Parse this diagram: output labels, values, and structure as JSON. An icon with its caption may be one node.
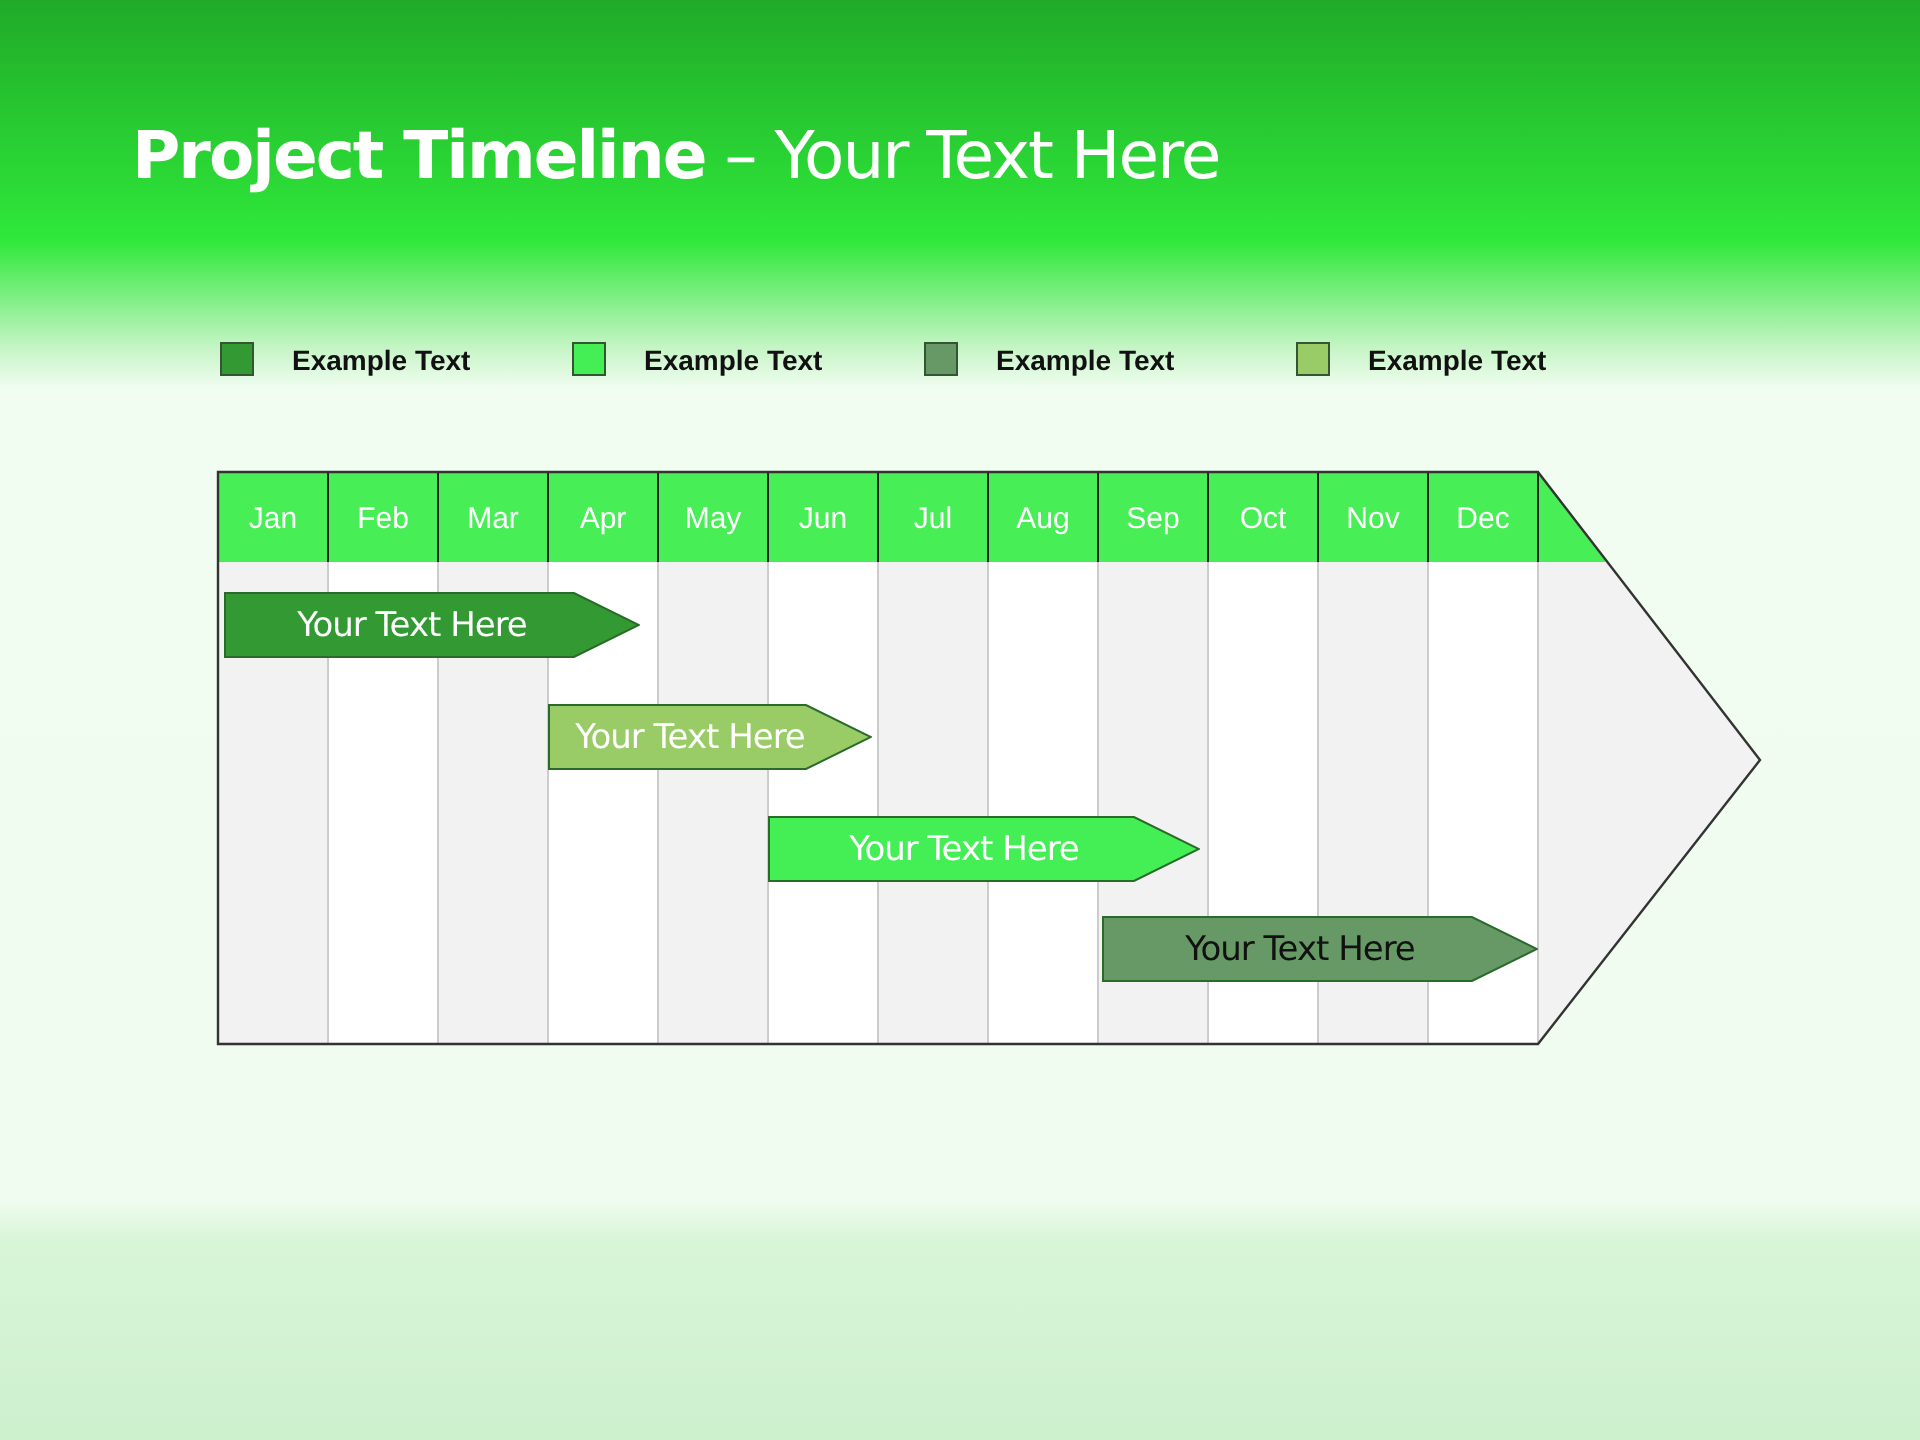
{
  "diagram": {
    "title": "**Project Timeline** – Your Text Here",
    "nodes": [
      {
        "text": [
          "Your  Text Here"
        ]
      },
      {
        "text": [
          "Your  Text Here"
        ]
      },
      {
        "text": [
          "Your  Text Here"
        ]
      },
      {
        "text": [
          "Your  Text Here"
        ]
      }
    ],
    "labels": [
      "Jan",
      "Feb",
      "Mar",
      "Apr",
      "May",
      "Jun",
      "Jul",
      "Aug",
      "Sep",
      "Oct",
      "Nov",
      "Dec"
    ],
    "legend": [
      {
        "text": "Example Text",
        "color": "#339933"
      },
      {
        "text": "Example Text",
        "color": "#44ee55"
      },
      {
        "text": "Example Text",
        "color": "#669966"
      },
      {
        "text": "Example Text",
        "color": "#99cc66"
      }
    ]
  }
}
